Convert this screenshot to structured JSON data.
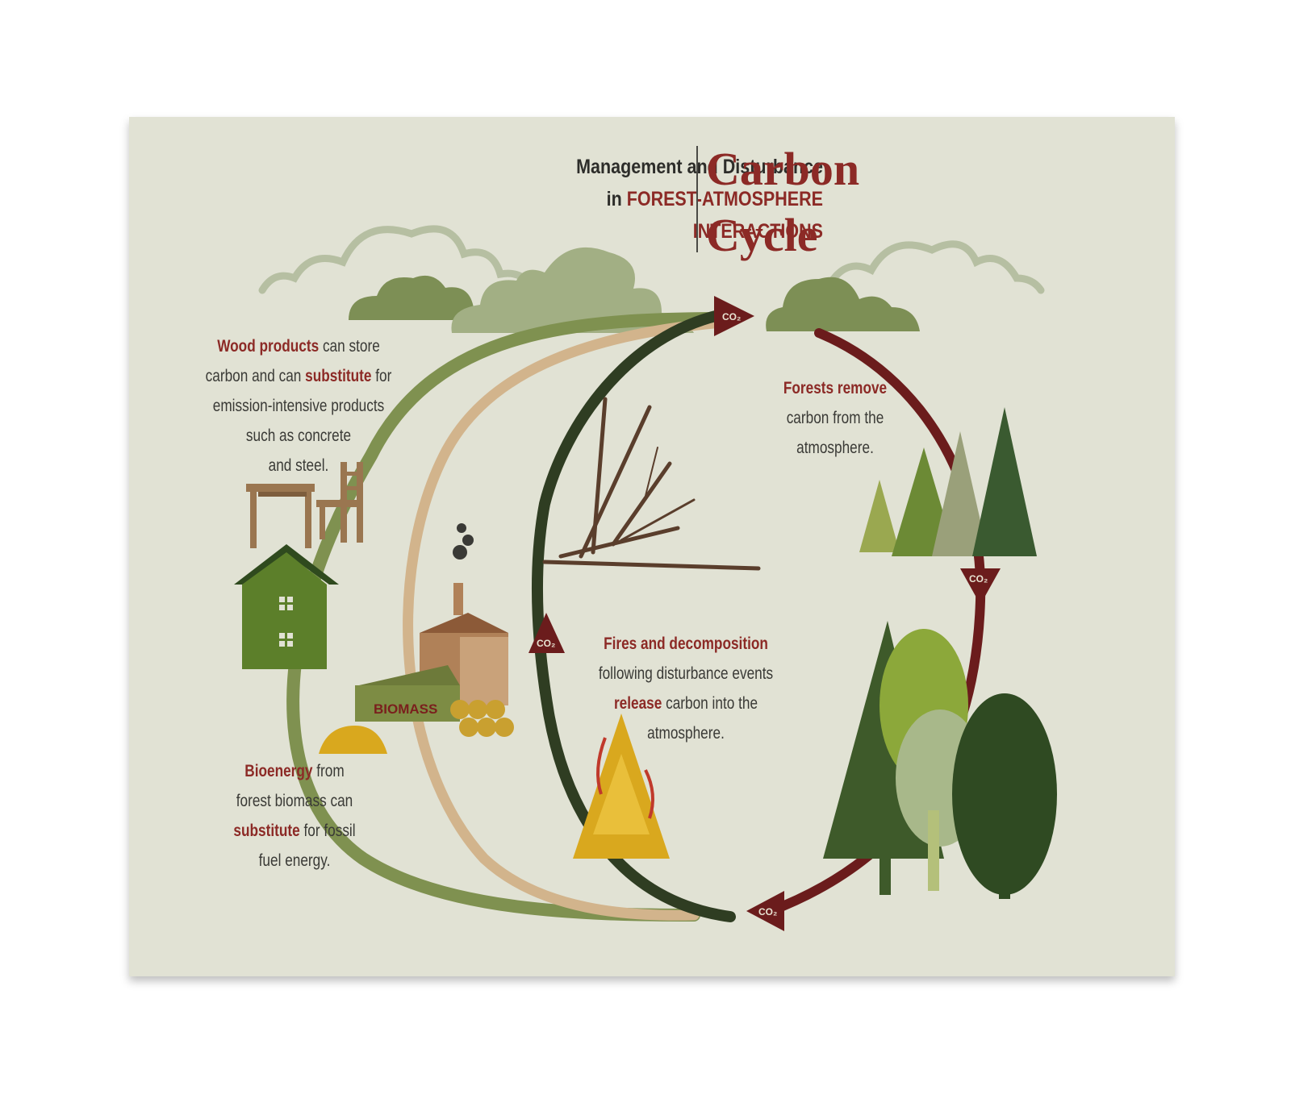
{
  "title": {
    "line1": "Management and Disturbance",
    "line2_prefix": "in ",
    "line2_highlight": "FOREST-ATMOSPHERE",
    "line3": "INTERACTIONS",
    "main_line1": "Carbon",
    "main_line2": "Cycle"
  },
  "wood_products": {
    "highlight1": "Wood products",
    "text1": " can store",
    "text2": "carbon and can ",
    "highlight2": "substitute",
    "text3": " for",
    "text4": "emission-intensive products",
    "text5": "such as concrete",
    "text6": "and steel."
  },
  "forests_remove": {
    "highlight": "Forests  remove",
    "text1": "carbon from the",
    "text2": "atmosphere."
  },
  "fires": {
    "highlight1": "Fires and decomposition",
    "text1": "following disturbance events",
    "highlight2": "release",
    "text2": " carbon into the",
    "text3": "atmosphere."
  },
  "bioenergy": {
    "highlight1": "Bioenergy",
    "text1": " from",
    "text2": "forest biomass can",
    "highlight2": "substitute",
    "text3": " for fossil",
    "text4": "fuel energy."
  },
  "biomass_label": "BIOMASS",
  "co2_label": "CO₂",
  "colors": {
    "background": "#e1e2d4",
    "accent_red": "#8c2a26",
    "arc_dark_green": "#2f3d22",
    "arc_light_green": "#7f9150",
    "arc_tan": "#d2b48c",
    "arc_red": "#6b1c1c"
  }
}
